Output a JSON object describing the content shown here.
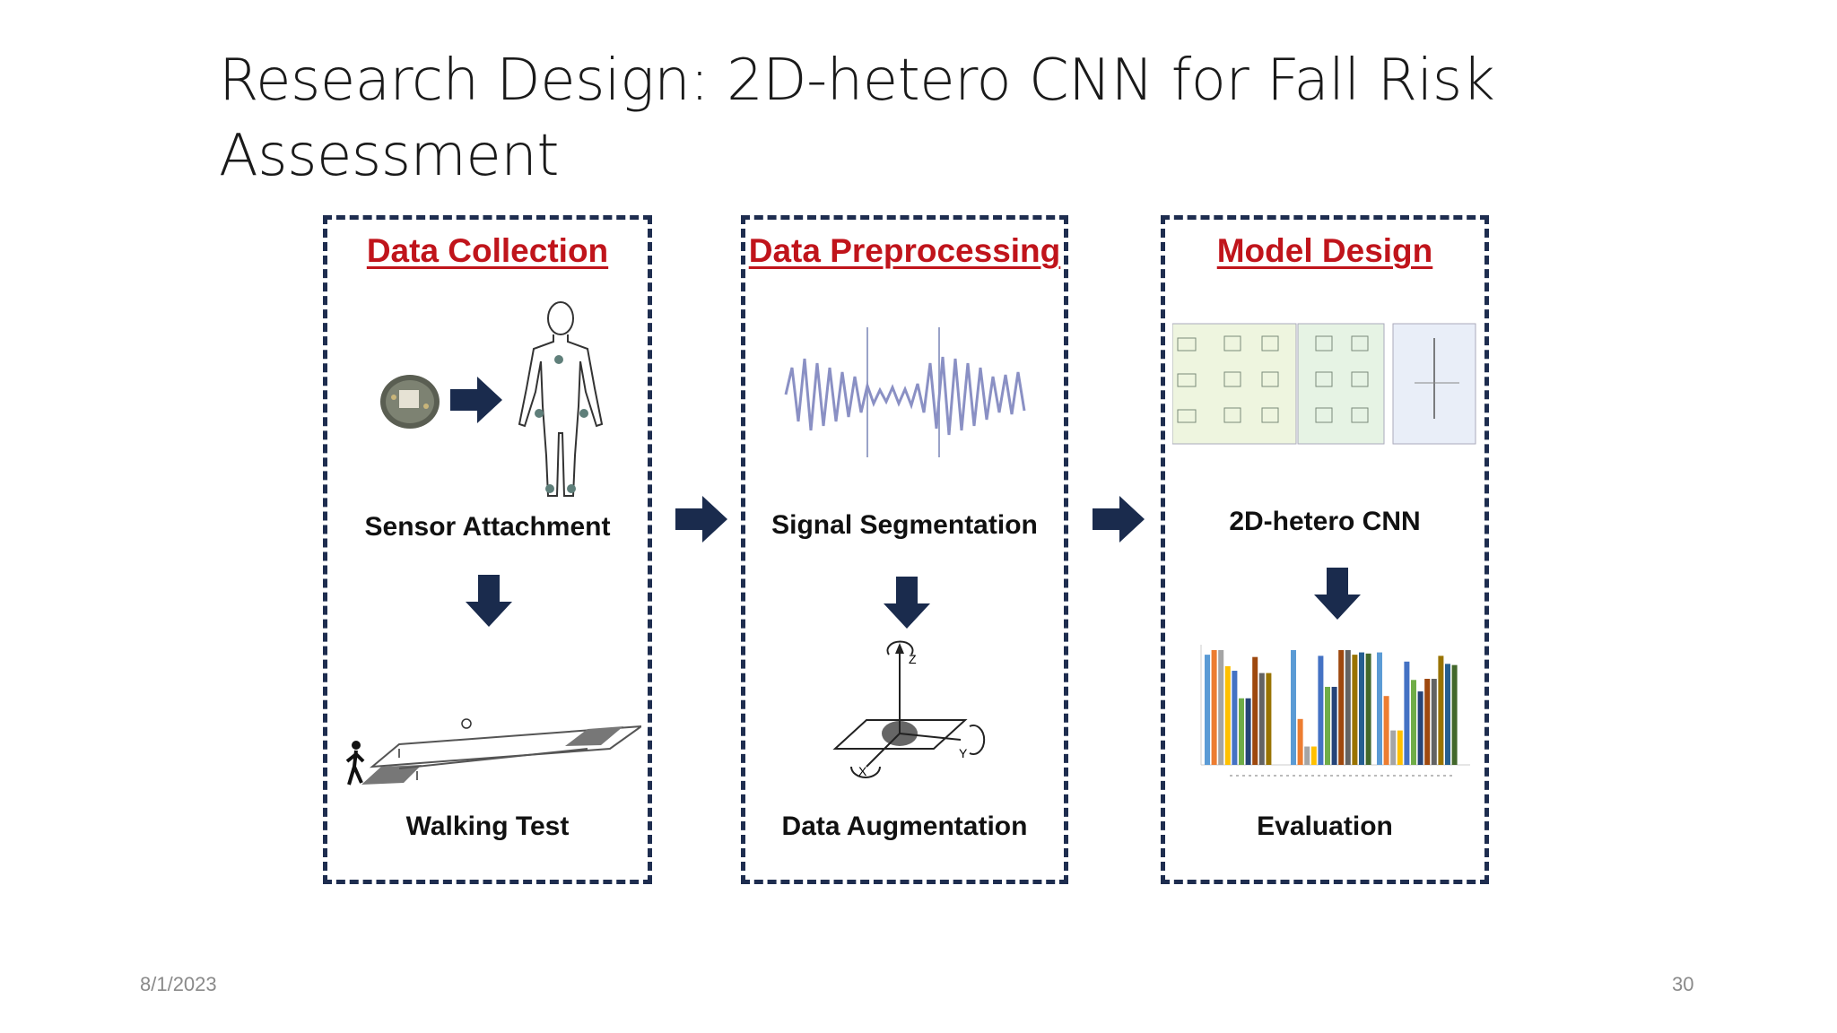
{
  "slide": {
    "title": "Research Design: 2D-hetero CNN for Fall Risk Assessment",
    "date": "8/1/2023",
    "page_number": "30"
  },
  "panels": [
    {
      "title": "Data Collection",
      "top_caption": "Sensor Attachment",
      "bottom_caption": "Walking Test"
    },
    {
      "title": "Data Preprocessing",
      "top_caption": "Signal Segmentation",
      "bottom_caption": "Data Augmentation"
    },
    {
      "title": "Model Design",
      "top_caption": "2D-hetero CNN",
      "bottom_caption": "Evaluation"
    }
  ],
  "colors": {
    "arrow": "#1a2b4d",
    "panel_border": "#1e2d4f",
    "panel_title": "#c0141b"
  }
}
